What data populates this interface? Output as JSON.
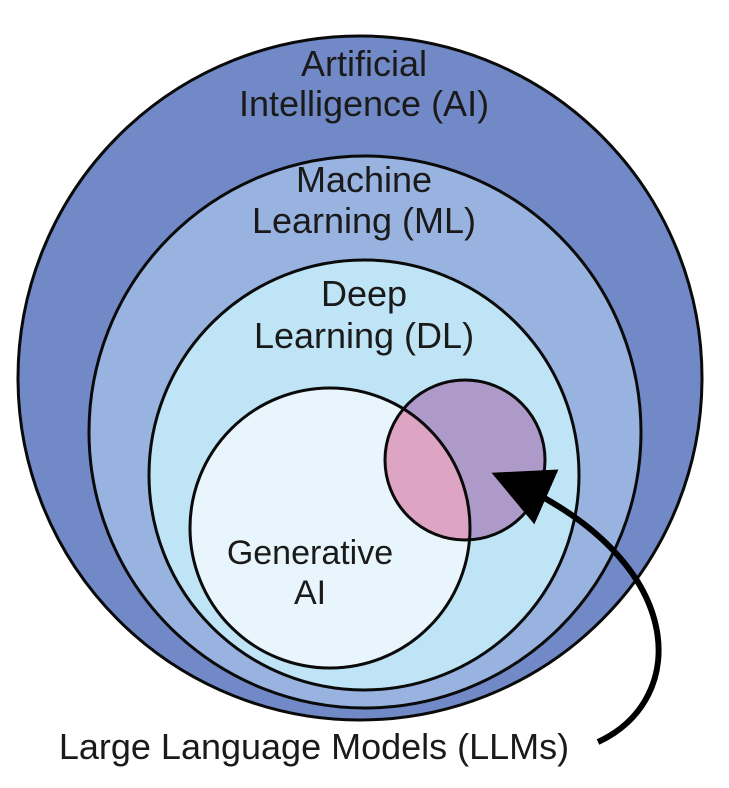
{
  "diagram": {
    "ai": {
      "line1": "Artificial",
      "line2": "Intelligence (AI)",
      "color": "#7189c6"
    },
    "ml": {
      "line1": "Machine",
      "line2": "Learning (ML)",
      "color": "#98b3e0"
    },
    "dl": {
      "line1": "Deep",
      "line2": "Learning (DL)",
      "color": "#bfe4f6"
    },
    "genai": {
      "line1": "Generative",
      "line2": "AI",
      "color": "#e8f5fc"
    },
    "llm": {
      "label": "Large Language Models (LLMs)",
      "color": "#ad9ac9",
      "overlap_color": "#dda4c4"
    },
    "outline_color": "#0a0a0a"
  }
}
